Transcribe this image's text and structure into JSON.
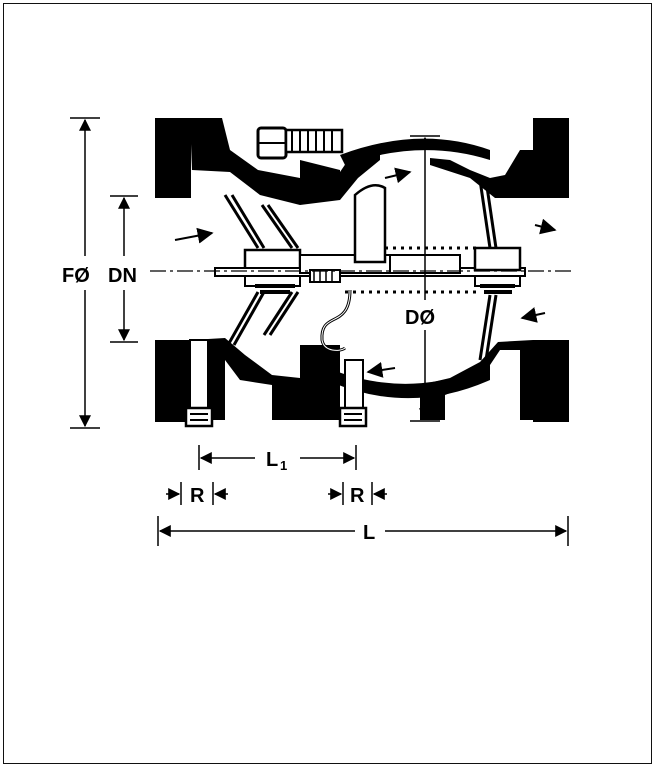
{
  "diagram": {
    "labels": {
      "flange_diameter": "FØ",
      "nominal_diameter": "DN",
      "body_diameter": "DØ",
      "length_l1": "L",
      "length_l1_sub": "1",
      "radius_left": "R",
      "radius_right": "R",
      "overall_length": "L"
    }
  }
}
